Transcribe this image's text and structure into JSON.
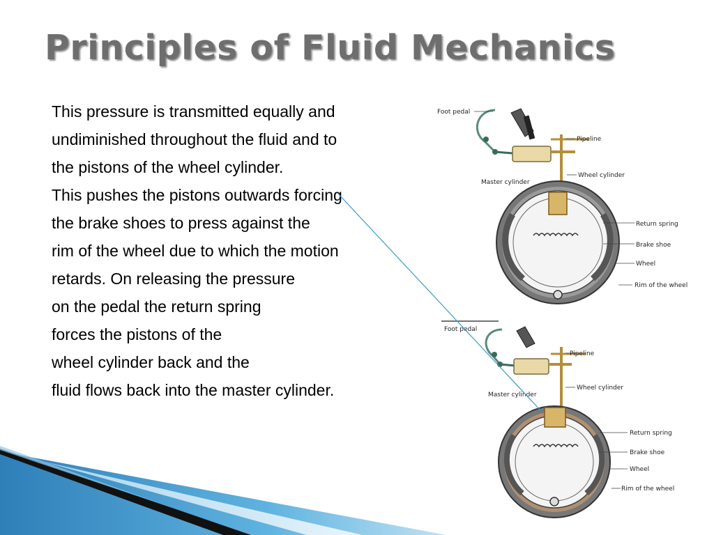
{
  "slide": {
    "title": "Principles of Fluid Mechanics",
    "lines": [
      "This pressure is transmitted equally and",
      "undiminished throughout the fluid and to",
      "the pistons of the wheel cylinder.",
      "This pushes the pistons outwards forcing",
      "the brake shoes to press against the",
      "rim of the wheel due to which the motion",
      "retards. On releasing the pressure",
      "on the pedal the return spring",
      "forces the pistons of the",
      "wheel cylinder back and the",
      "fluid flows back into the master cylinder."
    ]
  },
  "diagram_top": {
    "foot_pedal": "Foot pedal",
    "pipeline": "Pipeline",
    "wheel_cylinder": "Wheel cylinder",
    "master_cylinder": "Master cylinder",
    "return_spring": "Return spring",
    "brake_shoe": "Brake shoe",
    "wheel": "Wheel",
    "rim": "Rim of the wheel"
  },
  "diagram_bottom": {
    "foot_pedal": "Foot pedal",
    "pipeline": "Pipeline",
    "wheel_cylinder": "Wheel cylinder",
    "master_cylinder": "Master cylinder",
    "return_spring": "Return spring",
    "brake_shoe": "Brake shoe",
    "wheel": "Wheel",
    "rim": "Rim of the wheel"
  },
  "colors": {
    "title": "#6e6e6e",
    "connector_line": "#3a9bc8",
    "decor_blue": "#4aa3d8",
    "decor_dark": "#111111"
  }
}
